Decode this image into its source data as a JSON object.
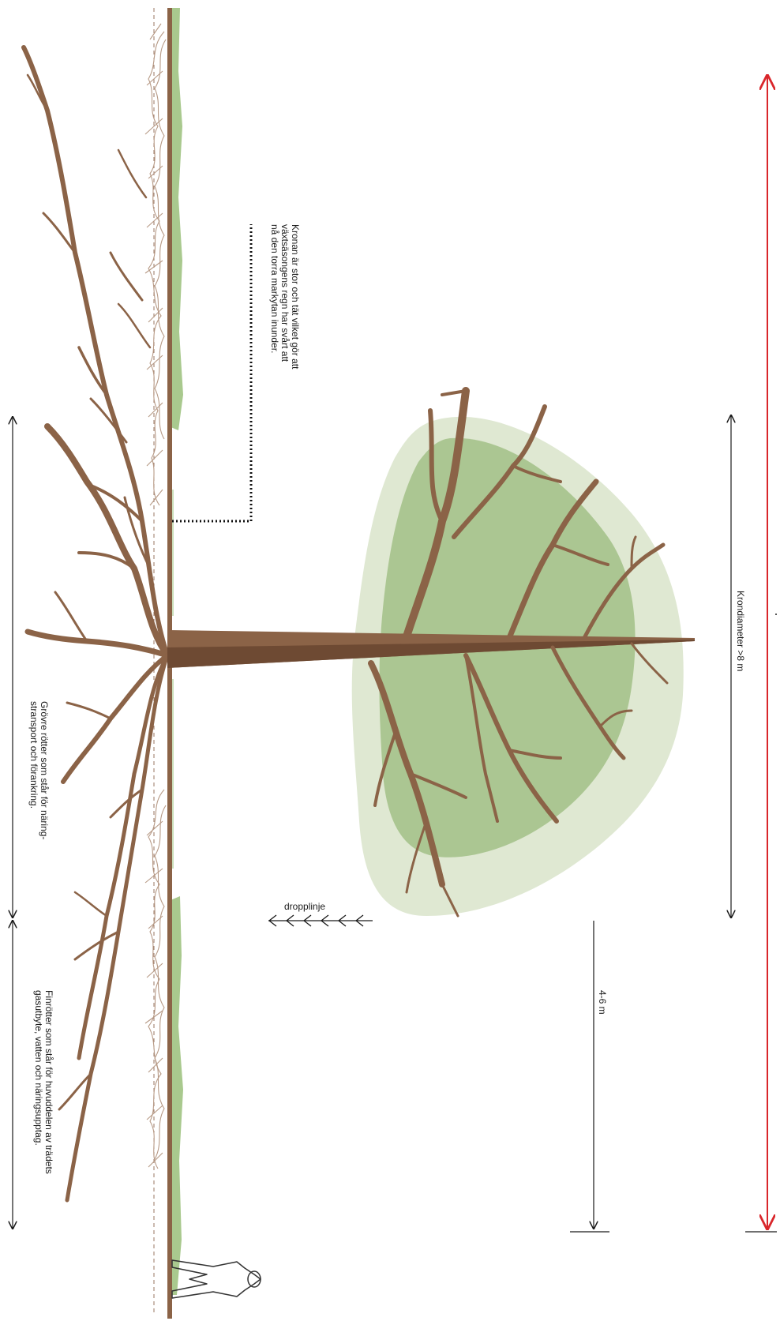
{
  "labels": {
    "crown_note": [
      "Kronan är stor och tät vilket gör att",
      "växtsäsongens regn har svårt att",
      "nå den torra markytan inunder."
    ],
    "coarse_roots": [
      "Grövre rötter som står för näring-",
      "stransport och förankring."
    ],
    "fine_roots": [
      "Finrötter som står för huvuddelen av trädets",
      "gasutbyte, vatten och näringsupptag."
    ],
    "crown_diameter": "Krondiameter >8 m",
    "drip_line": "dropplinje",
    "height_small": "4-6 m"
  },
  "colors": {
    "trunk": "#8b6347",
    "trunk_dark": "#6e4a33",
    "root": "#8b6347",
    "fine_root": "#b79a86",
    "canopy_outer": "#dfe8d2",
    "canopy_inner": "#abc692",
    "grass": "#a9c98e",
    "ground_line": "#8b6347",
    "dashed_line": "#9a7560",
    "arrow_red": "#d9262b",
    "arrow_black": "#1a1a1a"
  }
}
